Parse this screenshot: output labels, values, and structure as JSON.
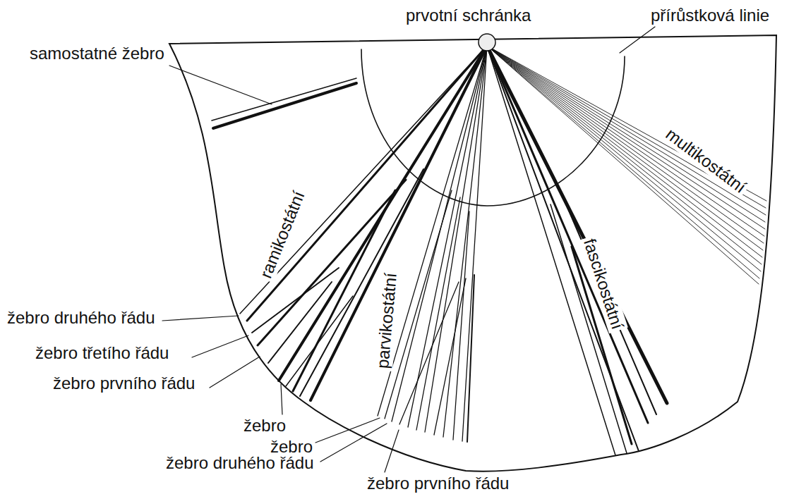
{
  "diagram": {
    "labels": [
      "prvotní schránka",
      "přírůstková linie",
      "samostatné žebro",
      "multikostátní",
      "ramikostátní",
      "fascikostátní",
      "parvikostátní",
      "žebro druhého řádu",
      "žebro třetího řádu",
      "žebro prvního řádu",
      "žebro",
      "žebro",
      "žebro druhého řádu",
      "žebro prvního řádu"
    ]
  }
}
